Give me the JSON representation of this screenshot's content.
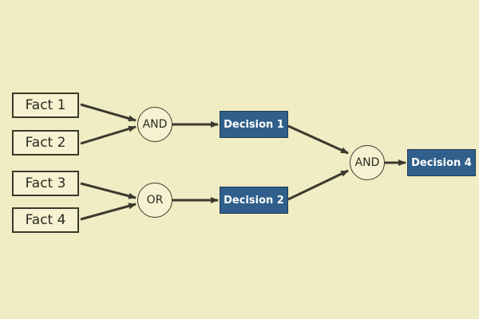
{
  "diagram": {
    "facts": [
      "Fact 1",
      "Fact 2",
      "Fact 3",
      "Fact 4"
    ],
    "gates": {
      "and_1": "AND",
      "or_1": "OR",
      "and_2": "AND"
    },
    "decisions": {
      "d1": "Decision 1",
      "d2": "Decision 2",
      "d4": "Decision 4"
    }
  },
  "colors": {
    "background": "#f0ecc3",
    "fact_fill": "#f6f1d0",
    "decision_fill": "#2f5f8a",
    "decision_text": "#ffffff",
    "wire": "#3b3a2e"
  }
}
